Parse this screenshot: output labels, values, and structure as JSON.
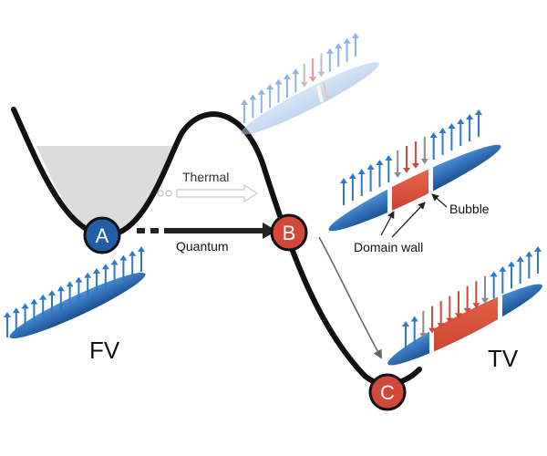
{
  "labels": {
    "false_vacuum": "FV",
    "true_vacuum": "TV",
    "thermal": "Thermal",
    "quantum": "Quantum",
    "bubble": "Bubble",
    "domain_wall": "Domain wall"
  },
  "states": [
    {
      "id": "A",
      "label": "A",
      "color": "#1f5fa8"
    },
    {
      "id": "B",
      "label": "B",
      "color": "#d2483a"
    },
    {
      "id": "C",
      "label": "C",
      "color": "#d2483a"
    }
  ],
  "colors": {
    "spin_up": "#2f78c4",
    "spin_down": "#d2483a",
    "spin_gray": "#8a8a8a",
    "chain_blue": "#1f5fa8",
    "chain_red": "#d2483a",
    "potential": "#111111",
    "well_fill": "#d9d9d9"
  }
}
